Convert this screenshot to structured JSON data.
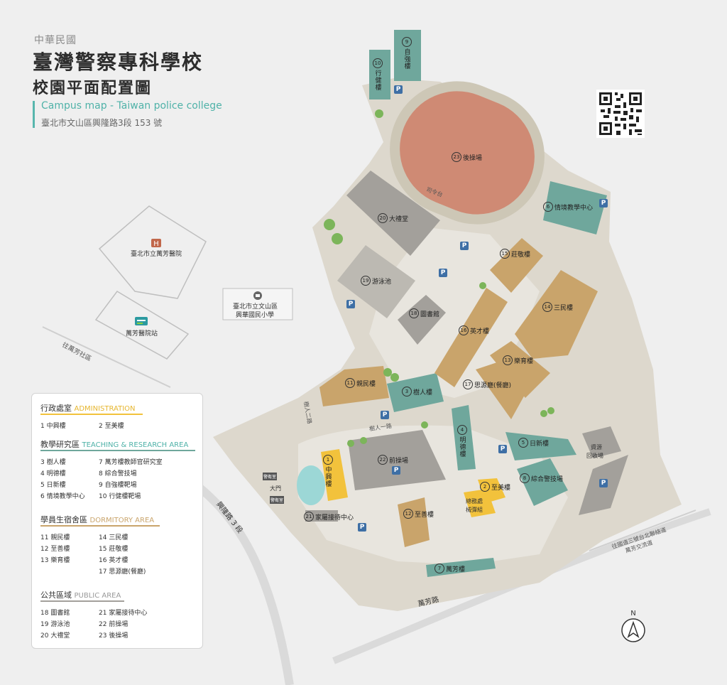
{
  "header": {
    "country": "中華民國",
    "title": "臺灣警察專科學校",
    "subtitle": "校園平面配置圖",
    "english": "Campus map - Taiwan police college",
    "address": "臺北市文山區興隆路3段 153 號"
  },
  "colors": {
    "background": "#efefef",
    "campus_ground": "#ddd8cd",
    "campus_plaza": "#e8e5de",
    "admin": "#f2c23c",
    "teaching": "#6fa79c",
    "dormitory": "#c9a46b",
    "public": "#a3a09b",
    "track": "#cf8a74",
    "parking": "#3e6fa5",
    "hospital": "#c1674a",
    "metro": "#2c9aa0"
  },
  "neighbors": {
    "hospital": "臺北市立萬芳醫院",
    "metro_station": "萬芳醫院站",
    "school_line1": "臺北市立文山區",
    "school_line2": "興華國民小學",
    "school_icon": "school-icon",
    "hospital_icon": "hospital-icon",
    "metro_icon": "metro-icon"
  },
  "roads": {
    "xinglong": "興隆路 3 段",
    "wanfang": "萬芳路",
    "upper_left": "往萬芳社區",
    "right_line1": "往國道三號台北聯絡道",
    "right_line2": "萬芳交流道",
    "shuren_1": "樹人一路",
    "shuren_2": "樹人二路",
    "gate": "大門",
    "guard1": "警衛室",
    "guard2": "警衛室",
    "stage": "司令台"
  },
  "buildings": [
    {
      "num": "1",
      "name": "中興樓",
      "cat": "admin"
    },
    {
      "num": "2",
      "name": "至美樓",
      "cat": "admin"
    },
    {
      "num": "3",
      "name": "樹人樓",
      "cat": "teaching"
    },
    {
      "num": "4",
      "name": "明德樓",
      "cat": "teaching"
    },
    {
      "num": "5",
      "name": "日新樓",
      "cat": "teaching"
    },
    {
      "num": "6",
      "name": "情境教學中心",
      "cat": "teaching"
    },
    {
      "num": "7",
      "name": "萬芳樓",
      "cat": "teaching"
    },
    {
      "num": "8",
      "name": "綜合警技場",
      "cat": "teaching"
    },
    {
      "num": "9",
      "name": "自強樓",
      "cat": "teaching"
    },
    {
      "num": "10",
      "name": "行健樓",
      "cat": "teaching"
    },
    {
      "num": "11",
      "name": "親民樓",
      "cat": "dormitory"
    },
    {
      "num": "12",
      "name": "至善樓",
      "cat": "dormitory"
    },
    {
      "num": "13",
      "name": "樂育樓",
      "cat": "dormitory"
    },
    {
      "num": "14",
      "name": "三民樓",
      "cat": "dormitory"
    },
    {
      "num": "15",
      "name": "莊敬樓",
      "cat": "dormitory"
    },
    {
      "num": "16",
      "name": "英才樓",
      "cat": "dormitory"
    },
    {
      "num": "17",
      "name": "思源廳(餐廳)",
      "cat": "dormitory"
    },
    {
      "num": "18",
      "name": "圖書館",
      "cat": "public"
    },
    {
      "num": "19",
      "name": "游泳池",
      "cat": "public"
    },
    {
      "num": "20",
      "name": "大禮堂",
      "cat": "public"
    },
    {
      "num": "21",
      "name": "家屬接待中心",
      "cat": "public"
    },
    {
      "num": "22",
      "name": "前操場",
      "cat": "public"
    },
    {
      "num": "23",
      "name": "後操場",
      "cat": "public"
    }
  ],
  "extra_labels": {
    "general_affairs_1": "總務處",
    "general_affairs_2": "械彈組",
    "recycle_1": "資源",
    "recycle_2": "回收場",
    "parking": "P"
  },
  "legend": {
    "admin_title": "行政處室",
    "admin_en": "ADMINISTRATION",
    "admin_items": [
      "1 中興樓",
      "2 至美樓"
    ],
    "teach_title": "教學研究區",
    "teach_en": "TEACHING & RESEARCH AREA",
    "teach_items": [
      "3 樹人樓",
      "7 萬芳樓教師官研究室",
      "4 明德樓",
      "8 綜合警技場",
      "5 日新樓",
      "9 自強樓靶場",
      "6 情境教學中心",
      "10 行健樓靶場"
    ],
    "dorm_title": "學員生宿舍區",
    "dorm_en": "DORMITORY AREA",
    "dorm_items": [
      "11 親民樓",
      "14 三民樓",
      "12 至善樓",
      "15 莊敬樓",
      "13 樂育樓",
      "16 英才樓",
      "",
      "17 思源廳(餐廳)"
    ],
    "public_title": "公共區域",
    "public_en": "PUBLIC AREA",
    "public_items": [
      "18 圖書館",
      "21 家屬接待中心",
      "19 游泳池",
      "22 前操場",
      "20 大禮堂",
      "23 後操場"
    ]
  },
  "compass": {
    "letter": "N",
    "icon": "north-arrow-icon"
  },
  "qr": {
    "icon": "qr-code-icon"
  }
}
